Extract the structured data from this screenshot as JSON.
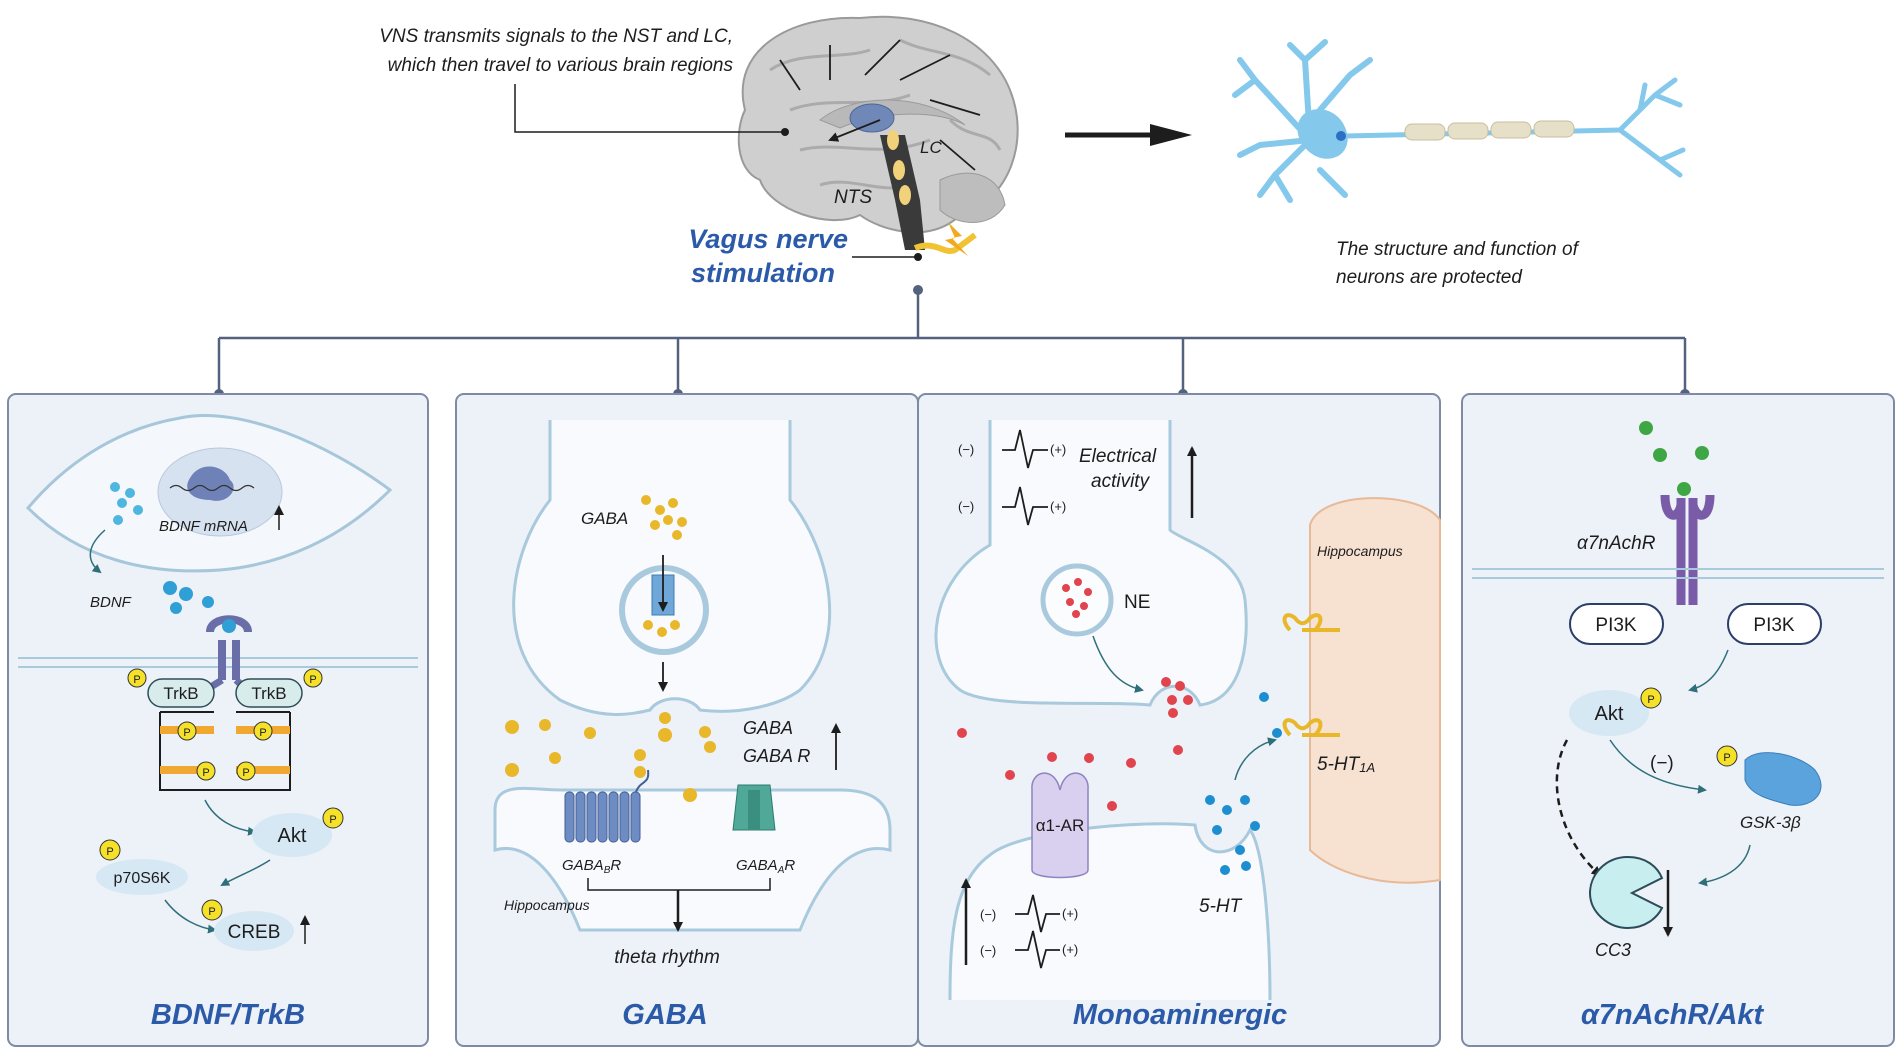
{
  "top": {
    "annotation_line1": "VNS transmits signals to the NST and LC,",
    "annotation_line2": "which then travel to various brain regions",
    "label_lc": "LC",
    "label_nts": "NTS",
    "vns_line1": "Vagus nerve",
    "vns_line2": "stimulation",
    "neuron_caption_line1": "The structure and function of",
    "neuron_caption_line2": "neurons are protected"
  },
  "panels": [
    {
      "title": "BDNF/TrkB",
      "labels": {
        "bdnf_mrna": "BDNF mRNA",
        "bdnf": "BDNF",
        "trkb_left": "TrkB",
        "trkb_right": "TrkB",
        "akt": "Akt",
        "p70s6k": "p70S6K",
        "creb": "CREB",
        "p": "P"
      }
    },
    {
      "title": "GABA",
      "labels": {
        "gaba_top": "GABA",
        "gaba_right": "GABA",
        "gaba_r": "GABA R",
        "gabab_r": "GABABR",
        "gabaa_r": "GABAAR",
        "hippocampus": "Hippocampus",
        "theta": "theta rhythm"
      }
    },
    {
      "title": "Monoaminergic",
      "labels": {
        "minus": "(−)",
        "plus": "(+)",
        "electrical_line1": "Electrical",
        "electrical_line2": "activity",
        "hippocampus": "Hippocampus",
        "ne": "NE",
        "ht1a": "5-HT1A",
        "a1ar": "α1-AR",
        "ht": "5-HT"
      }
    },
    {
      "title": "α7nAchR/Akt",
      "labels": {
        "receptor": "α7nAchR",
        "pi3k_left": "PI3K",
        "pi3k_right": "PI3K",
        "akt": "Akt",
        "minus": "(−)",
        "gsk": "GSK-3β",
        "cc3": "CC3",
        "p": "P"
      }
    }
  ],
  "colors": {
    "title_blue": "#2b5aa8",
    "panel_bg": "#edf1f8",
    "panel_border": "#7f8ba5",
    "gaba_yellow": "#f0c02e",
    "bdnf_blue": "#2f9fd6",
    "ne_red": "#e0444c",
    "ht_blue": "#1d8ed0",
    "nicotine_green": "#3fa645",
    "phospho_yellow": "#f6e12a",
    "neuron_blue": "#84c8ec"
  }
}
